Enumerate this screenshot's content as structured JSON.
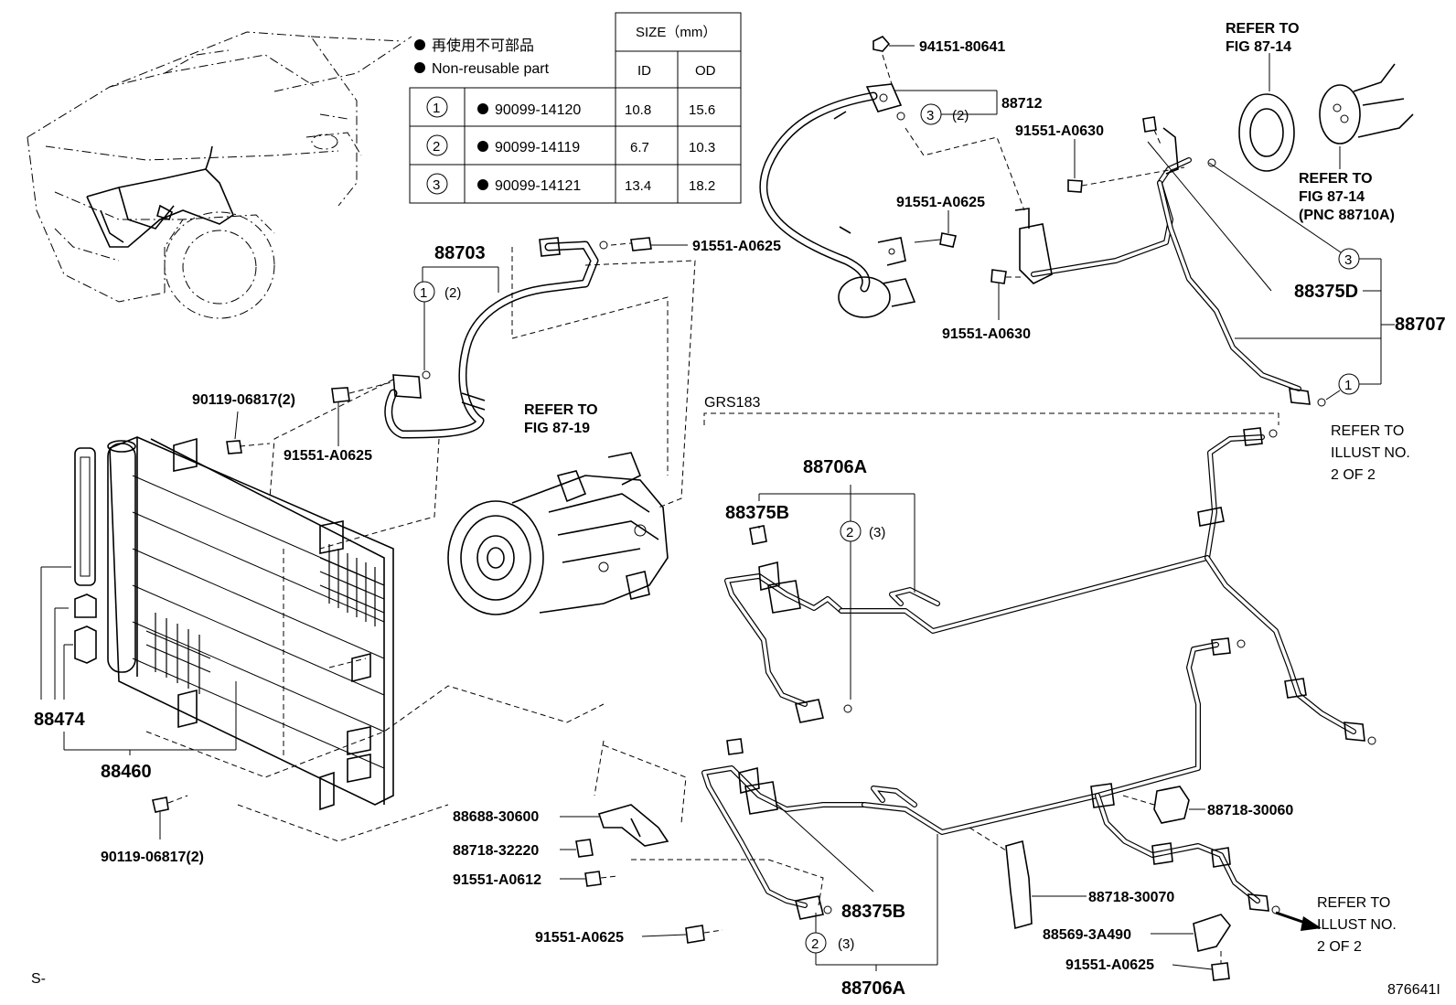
{
  "legend": {
    "jp": "再使用不可部品",
    "en": "Non-reusable part",
    "size_header": "SIZE（mm）",
    "id_header": "ID",
    "od_header": "OD",
    "rows": [
      {
        "no": "1",
        "part": "90099-14120",
        "id": "10.8",
        "od": "15.6"
      },
      {
        "no": "2",
        "part": "90099-14119",
        "id": "6.7",
        "od": "10.3"
      },
      {
        "no": "3",
        "part": "90099-14121",
        "id": "13.4",
        "od": "18.2"
      }
    ]
  },
  "labels": {
    "p94151": "94151-80641",
    "p88712": "88712",
    "c3_qty_a": "(2)",
    "refer_top_1": "REFER TO",
    "refer_top_2": "FIG 87-14",
    "refer_mid_1": "REFER TO",
    "refer_mid_2": "FIG 87-14",
    "refer_mid_3": "(PNC 88710A)",
    "p91551_a0630_top": "91551-A0630",
    "p91551_a0625_mid": "91551-A0625",
    "p88375d": "88375D",
    "p88707": "88707",
    "p91551_a0630_bot": "91551-A0630",
    "p88703": "88703",
    "c1_qty": "(2)",
    "p91551_a0625_hose": "91551-A0625",
    "p90119_top": "90119-06817(2)",
    "p91551_a0625_left": "91551-A0625",
    "refer_comp_1": "REFER TO",
    "refer_comp_2": "FIG 87-19",
    "grs": "GRS183",
    "refer_ill_a1": "REFER TO",
    "refer_ill_a2": "ILLUST NO.",
    "refer_ill_a3": "2 OF 2",
    "p88706a_top": "88706A",
    "p88375b_top": "88375B",
    "c2_qty_a": "(3)",
    "p88474": "88474",
    "p88460": "88460",
    "p90119_bot": "90119-06817(2)",
    "p88688": "88688-30600",
    "p88718_32220": "88718-32220",
    "p91551_a0612": "91551-A0612",
    "p91551_a0625_bot": "91551-A0625",
    "p88375b_bot": "88375B",
    "c2_qty_b": "(3)",
    "p88706a_bot": "88706A",
    "p88718_30060": "88718-30060",
    "p88718_30070": "88718-30070",
    "p88569": "88569-3A490",
    "p91551_a0625_br": "91551-A0625",
    "refer_ill_b1": "REFER TO",
    "refer_ill_b2": "ILLUST NO.",
    "refer_ill_b3": "2 OF 2",
    "s_mark": "S-",
    "fig_no": "876641I",
    "circle_1": "1",
    "circle_2": "2",
    "circle_3": "3"
  }
}
